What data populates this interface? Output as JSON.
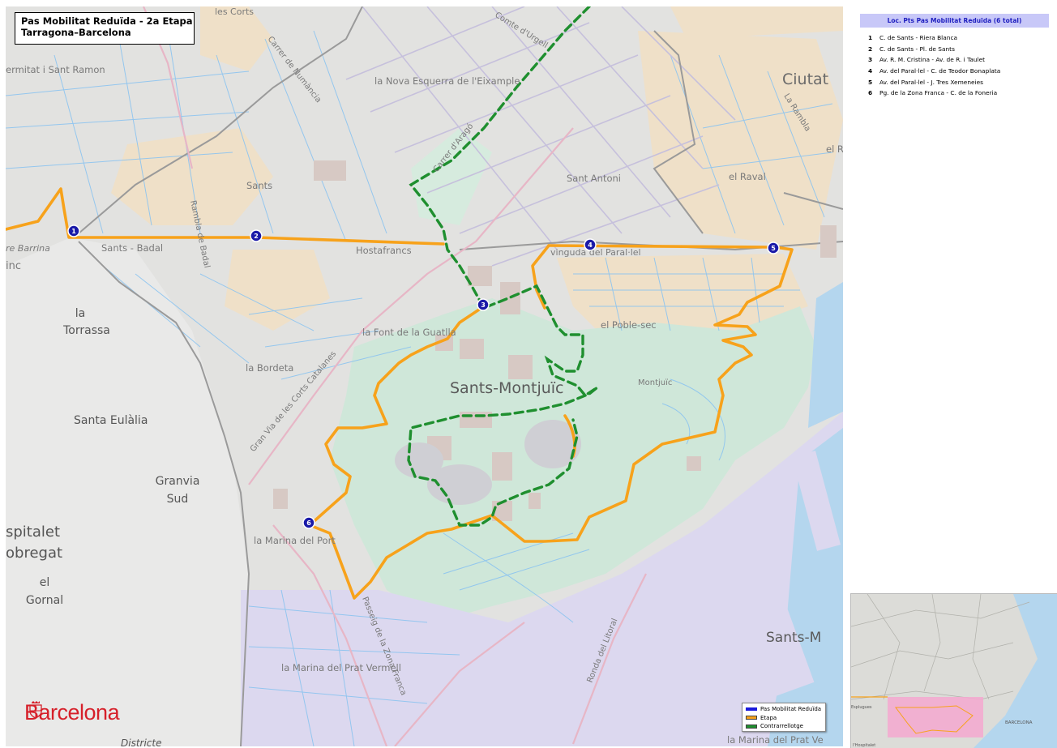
{
  "map": {
    "title_line1": "Pas Mobilitat Reduïda - 2a Etapa",
    "title_line2": "Tarragona–Barcelona",
    "brand": "Barcelona",
    "labels": {
      "les_corts": "les Corts",
      "carrer_numancia": "Carrer de Numància",
      "comte_urgell": "Comte d'Urgell",
      "ermitat": "ermitat i Sant Ramon",
      "nova_esquerra": "la Nova Esquerra de l'Eixample",
      "ciutat": "Ciutat",
      "la_rambla": "La Rambla",
      "el_r": "el R",
      "carrer_arago": "Carrer d'Aragó",
      "sants": "Sants",
      "sant_antoni": "Sant Antoni",
      "el_raval": "el Raval",
      "rambla_badal": "Rambla de Badal",
      "re_barrina": "re Barrina",
      "inc": "inc",
      "sants_badal": "Sants - Badal",
      "hostafrancs": "Hostafrancs",
      "avinguda_parallel": "vinguda del Paral·lel",
      "la_torrassa_1": "la",
      "la_torrassa_2": "Torrassa",
      "font_guatlla": "la Font de la Guatlla",
      "el_poble_sec": "el Poble-sec",
      "la_bordeta": "la Bordeta",
      "sants_montjuic": "Sants-Montjuïc",
      "montjuic": "Montjuïc",
      "corts_catalanes": "Gran Via de les Corts Catalanes",
      "santa_eulalia": "Santa Eulàlia",
      "granvia_1": "Granvia",
      "granvia_2": "Sud",
      "spitalet_1": "spitalet",
      "spitalet_2": "obregat",
      "el_gornal_1": "el",
      "el_gornal_2": "Gornal",
      "marina_port": "la Marina del Port",
      "passeig_zona_franca": "Passeig de la Zona Franca",
      "ronda_litoral": "Ronda del Litoral",
      "sants_m": "Sants-M",
      "marina_prat": "la Marina del Prat Vermell",
      "marina_prat_ve": "la Marina del Prat Ve",
      "districte": "Districte"
    },
    "markers": [
      "1",
      "2",
      "3",
      "4",
      "5",
      "6"
    ],
    "legend": [
      {
        "label": "Pas Mobilitat Reduïda",
        "color": "#1a1adc"
      },
      {
        "label": "Etapa",
        "color": "#f7a21b"
      },
      {
        "label": "Contrarrellotge",
        "color": "#1f8f2f"
      }
    ],
    "colors": {
      "route_etapa": "#f7a21b",
      "route_contrarrellotge": "#1f8f2f",
      "marker_fill": "#1a1aa8",
      "park": "#cfe7d9",
      "water": "#b4d6ee",
      "industrial": "#dcd8ef",
      "residential": "#efe0c8",
      "street_blue": "#8cc4f0",
      "brand": "#d6202a"
    }
  },
  "panel": {
    "header": "Loc. Pts Pas Mobilitat Reduïda (6 total)",
    "points": [
      {
        "num": "1",
        "label": "C. de Sants - Riera Blanca"
      },
      {
        "num": "2",
        "label": "C. de Sants - Pl. de Sants"
      },
      {
        "num": "3",
        "label": "Av. R. M. Cristina - Av. de R. i Taulet"
      },
      {
        "num": "4",
        "label": "Av. del Paral·lel - C. de Teodor Bonaplata"
      },
      {
        "num": "5",
        "label": "Av. del Paral·lel - J. Tres Xemeneies"
      },
      {
        "num": "6",
        "label": "Pg. de la Zona Franca - C. de la Foneria"
      }
    ]
  },
  "inset": {
    "labels": {
      "left": "Esplugues",
      "barcelona": "BARCELONA",
      "hospitalet": "l'Hospitalet"
    }
  }
}
